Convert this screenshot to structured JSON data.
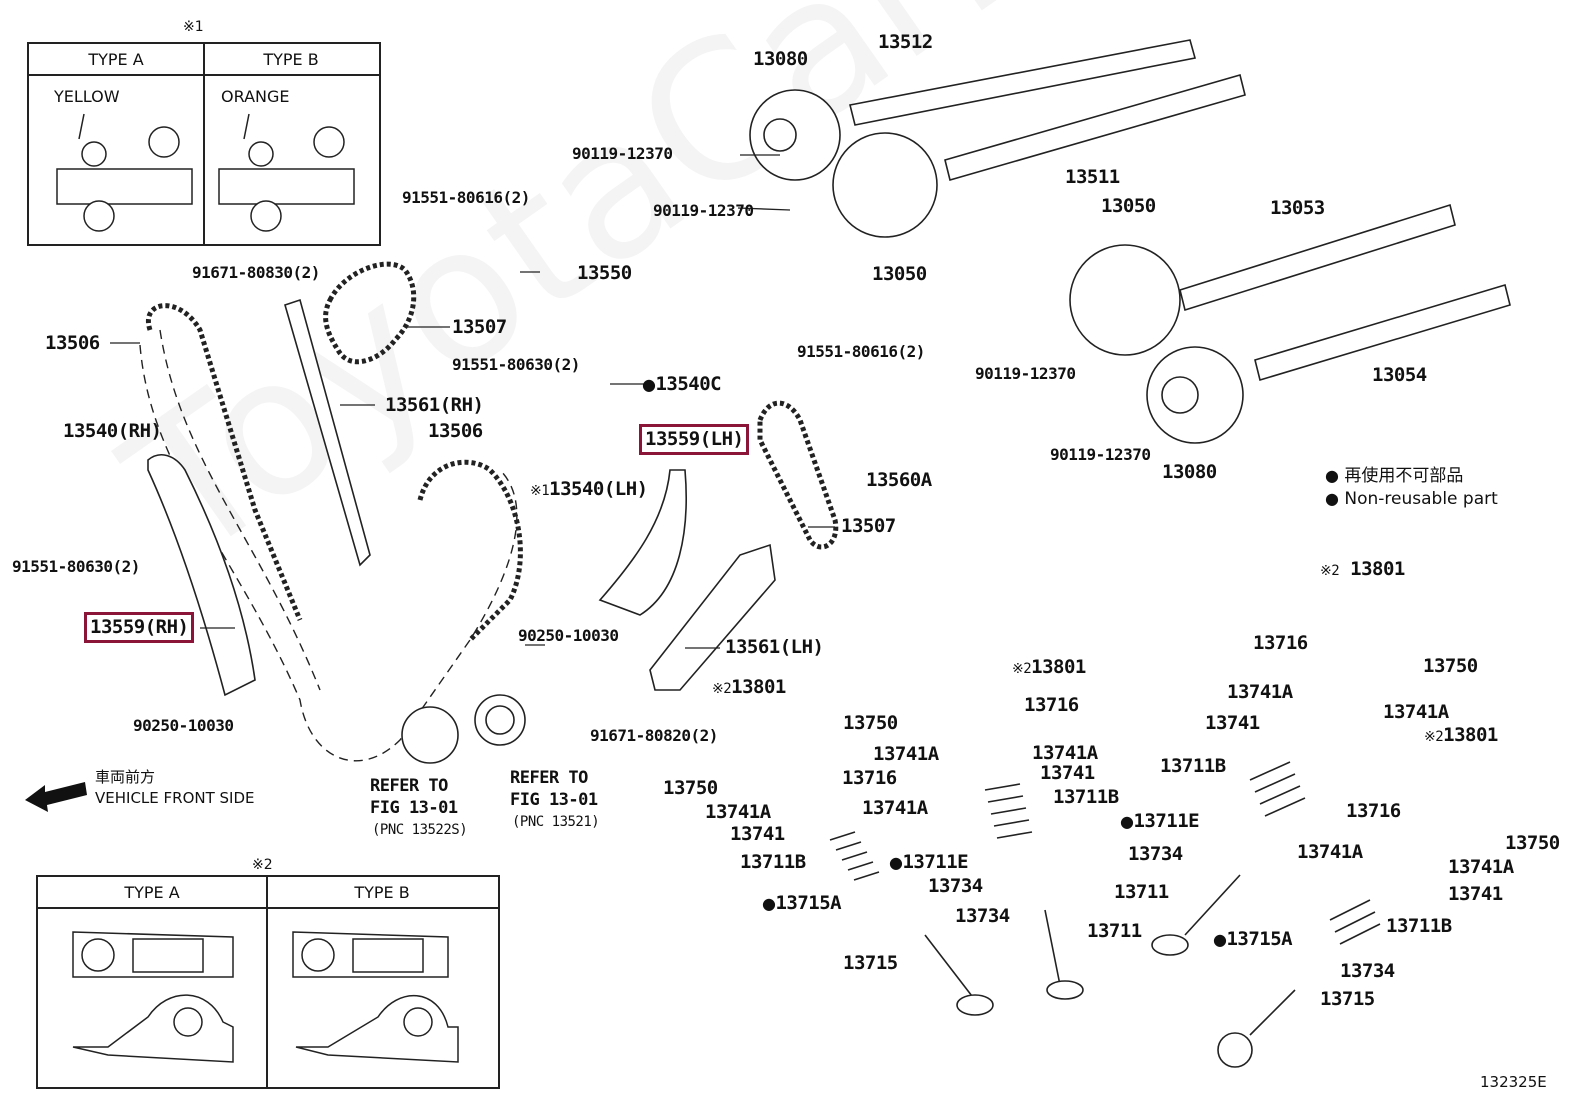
{
  "diagram": {
    "figure_id": "132325E",
    "watermark": "ToyotaCarMine.ru",
    "highlight_color": "#8b1538",
    "legend": {
      "non_reusable_jp": "再使用不可部品",
      "non_reusable_en": "Non-reusable part"
    },
    "direction": {
      "jp": "車両前方",
      "en": "VEHICLE FRONT SIDE"
    },
    "note1_box": {
      "mark": "※1",
      "type_a": "TYPE A",
      "type_b": "TYPE B",
      "type_a_color": "YELLOW",
      "type_b_color": "ORANGE"
    },
    "note2_box": {
      "mark": "※2",
      "type_a": "TYPE A",
      "type_b": "TYPE B"
    },
    "refer_crank": {
      "line1": "REFER TO",
      "line2": "FIG 13-01",
      "line3": "(PNC 13522S)"
    },
    "refer_sprocket": {
      "line1": "REFER TO",
      "line2": "FIG 13-01",
      "line3": "(PNC 13521)"
    },
    "parts": {
      "p13080_top": "13080",
      "p13512": "13512",
      "p90119_a": "90119-12370",
      "p90119_b": "90119-12370",
      "p13511": "13511",
      "p13050_top": "13050",
      "p13050_mid": "13050",
      "p13053": "13053",
      "p91551_80616_a": "91551-80616(2)",
      "p13550": "13550",
      "p91671_80830": "91671-80830(2)",
      "p13507_top": "13507",
      "p13506_left": "13506",
      "p13561_rh": "13561(RH)",
      "p13506_mid": "13506",
      "p91551_80630_mid": "91551-80630(2)",
      "p13540c": "13540C",
      "p90119_c": "90119-12370",
      "p13054": "13054",
      "p91551_80616_b": "91551-80616(2)",
      "p13540_rh": "13540(RH)",
      "p13559_lh": "13559(LH)",
      "p13540_lh": "13540(LH)",
      "p13560a": "13560A",
      "p90119_d": "90119-12370",
      "p13080_bottom": "13080",
      "p91551_80630_left": "91551-80630(2)",
      "p13507_mid": "13507",
      "p13559_rh": "13559(RH)",
      "p90250_mid": "90250-10030",
      "p13561_lh": "13561(LH)",
      "p90250_left": "90250-10030",
      "p91671_80820": "91671-80820(2)",
      "p13801_a": "13801",
      "p13801_b": "13801",
      "p13801_c": "13801",
      "p13801_d": "13801",
      "p13716_a": "13716",
      "p13716_b": "13716",
      "p13716_c": "13716",
      "p13716_d": "13716",
      "p13750_a": "13750",
      "p13750_b": "13750",
      "p13750_c": "13750",
      "p13750_d": "13750",
      "p13741a_1": "13741A",
      "p13741a_2": "13741A",
      "p13741a_3": "13741A",
      "p13741a_4": "13741A",
      "p13741a_5": "13741A",
      "p13741a_6": "13741A",
      "p13741a_7": "13741A",
      "p13741a_8": "13741A",
      "p13741_a": "13741",
      "p13741_b": "13741",
      "p13741_c": "13741",
      "p13741_d": "13741",
      "p13711b_a": "13711B",
      "p13711b_b": "13711B",
      "p13711b_c": "13711B",
      "p13711b_d": "13711B",
      "p13711e_a": "13711E",
      "p13711e_b": "13711E",
      "p13734_a": "13734",
      "p13734_b": "13734",
      "p13734_c": "13734",
      "p13734_d": "13734",
      "p13711_a": "13711",
      "p13711_b": "13711",
      "p13715a_a": "13715A",
      "p13715a_b": "13715A",
      "p13715_a": "13715",
      "p13715_b": "13715"
    },
    "marks": {
      "note1": "※1",
      "note2": "※2",
      "non_reusable_dot": "●"
    }
  }
}
